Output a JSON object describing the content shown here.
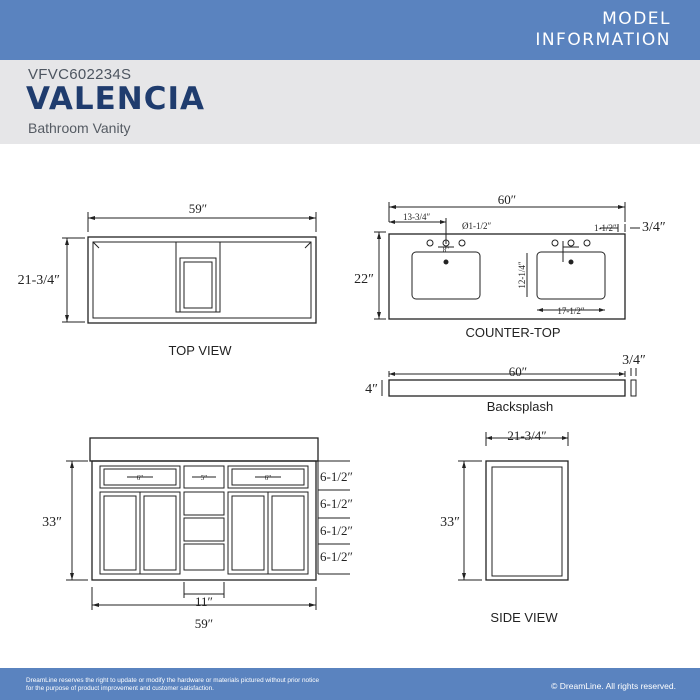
{
  "header": {
    "model_line1": "MODEL",
    "model_line2": "INFORMATION",
    "sku": "VFVC602234S",
    "product_name": "VALENCIA",
    "subtitle": "Bathroom Vanity"
  },
  "top_view": {
    "width": "59″",
    "depth": "21-3/4″",
    "caption": "TOP VIEW"
  },
  "counter_top": {
    "width": "60″",
    "depth": "22″",
    "sink_offset": "13-3/4″",
    "faucet_hole": "Ø1-1/2″",
    "faucet_spacing": "8″",
    "edge_offset": "1-1/2″",
    "thickness": "3/4″",
    "sink_depth": "12-1/4″",
    "sink_width": "17-1/2″",
    "caption": "COUNTER-TOP"
  },
  "backsplash": {
    "width": "60″",
    "height": "4″",
    "thickness": "3/4″",
    "caption": "Backsplash"
  },
  "front_view": {
    "height": "33″",
    "width": "59″",
    "center_width": "11″",
    "left_drawer_pull": "6″",
    "center_drawer_pull": "5″",
    "right_drawer_pull": "6″",
    "drawer_heights": [
      "6-1/2″",
      "6-1/2″",
      "6-1/2″",
      "6-1/2″"
    ]
  },
  "side_view": {
    "depth": "21-3/4″",
    "height": "33″",
    "caption": "SIDE VIEW"
  },
  "footer": {
    "note": "DreamLine reserves the right to update or modify the hardware or materials pictured without prior notice for the purpose of product improvement and customer satisfaction.",
    "copyright": "© DreamLine. All rights reserved."
  },
  "colors": {
    "brand_blue": "#5a83bf",
    "title_navy": "#1f3c6e",
    "header_gray": "#e6e6e8"
  }
}
